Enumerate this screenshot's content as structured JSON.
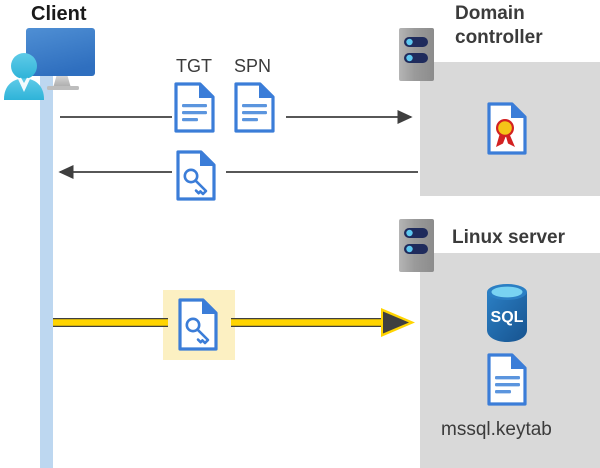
{
  "diagram": {
    "title_client": "Client",
    "title_domain_controller": "Domain\ncontroller",
    "title_domain_controller_line1": "Domain",
    "title_domain_controller_line2": "controller",
    "title_linux_server": "Linux server",
    "label_tgt": "TGT",
    "label_spn": "SPN",
    "label_keytab_file": "mssql.keytab",
    "icons": {
      "client_workstation": "user-computer-icon",
      "domain_controller_rack": "server-rack-icon",
      "linux_server_rack": "server-rack-icon",
      "certificate": "certificate-document-icon",
      "tgt_document": "document-icon",
      "spn_document": "document-icon",
      "ticket_key_document": "key-document-icon",
      "keytab_key_document": "key-document-icon",
      "sql_database": "sql-database-icon",
      "keytab_document": "document-icon"
    },
    "flows": [
      {
        "name": "client-to-dc-request",
        "direction": "right",
        "style": "thin-black"
      },
      {
        "name": "dc-to-client-response",
        "direction": "left",
        "style": "thin-black"
      },
      {
        "name": "client-to-linux-ticket",
        "direction": "right",
        "style": "thick-yellow"
      }
    ],
    "colors": {
      "panel_gray": "#d9d9d9",
      "lifeline_blue": "#bdd7f0",
      "highlight_yellow": "#fcf0c2",
      "arrow_yellow": "#ffd400",
      "arrow_black": "#404040",
      "doc_blue": "#3b7dd8",
      "sql_blue": "#1f6fb4",
      "text_dark": "#3b3b3b"
    }
  }
}
